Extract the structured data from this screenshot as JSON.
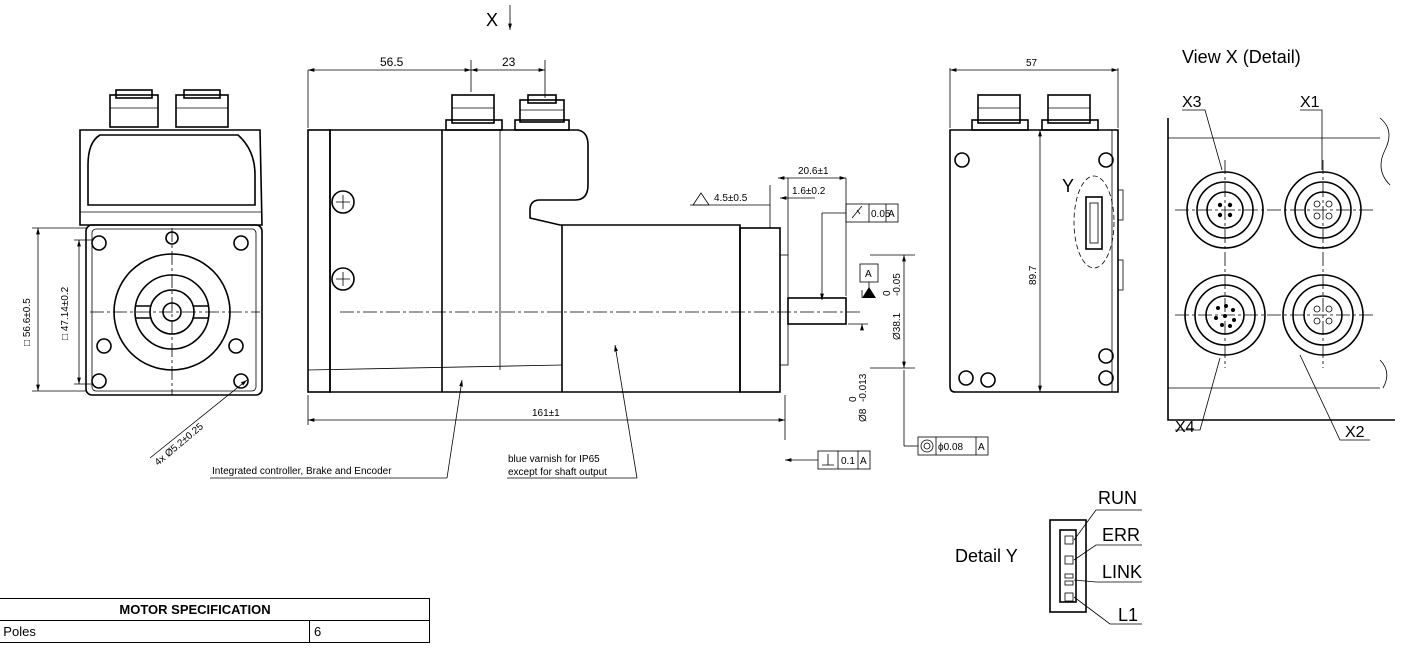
{
  "header": {
    "view_arrow_label": "X"
  },
  "dimensions": {
    "d56_5": "56.5",
    "d23": "23",
    "d57": "57",
    "d20_6": "20.6±1",
    "d1_6": "1.6±0.2",
    "d4_5": "4.5±0.5",
    "d161": "161±1",
    "d89_7": "89.7",
    "d56_6": "□ 56.6±0.5",
    "d47_14": "□ 47.14±0.2",
    "holes": "4x Ø5.2±0.25",
    "shaft_dia": "Ø38.1",
    "shaft_tol_up": "0",
    "shaft_tol_dn": "-0.05",
    "out_dia": "Ø8",
    "out_tol_up": "0",
    "out_tol_dn": "-0.013"
  },
  "tolerances": {
    "runout": "0.05",
    "runout_datum": "A",
    "datum": "A",
    "perp": "0.1",
    "perp_datum": "A",
    "conc": "ϕ0.08",
    "conc_datum": "A"
  },
  "labels": {
    "controller": "Integrated controller, Brake and Encoder",
    "varnish_1": "blue varnish for IP65",
    "varnish_2": "except for shaft output",
    "view_x": "View X   (Detail)",
    "x1": "X1",
    "x2": "X2",
    "x3": "X3",
    "x4": "X4",
    "y": "Y",
    "detail_y": "Detail Y",
    "run": "RUN",
    "err": "ERR",
    "link": "LINK",
    "l1": "L1"
  },
  "spec_table": {
    "title": "MOTOR SPECIFICATION",
    "rows": [
      {
        "label": "No. of Poles",
        "value": "6"
      }
    ]
  }
}
